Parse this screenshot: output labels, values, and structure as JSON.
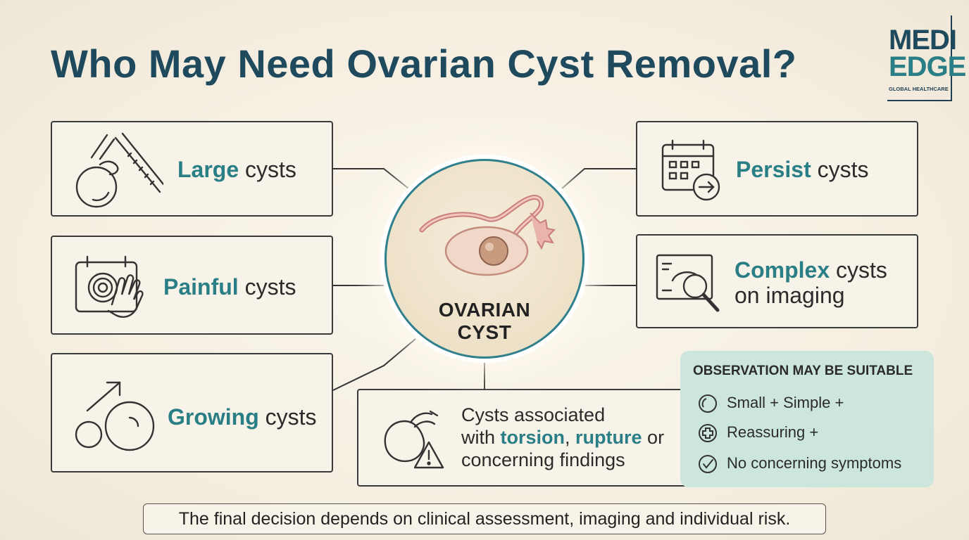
{
  "title": "Who May Need Ovarian Cyst Removal?",
  "logo": {
    "line1": "MEDI",
    "line2": "EDGE",
    "line3": "GLOBAL HEALTHCARE"
  },
  "center": {
    "line1": "OVARIAN",
    "line2": "CYST"
  },
  "cards": {
    "large": {
      "highlight": "Large",
      "rest": " cysts",
      "icon": "caliper-icon"
    },
    "painful": {
      "highlight": "Painful",
      "rest": " cysts",
      "icon": "pain-calendar-icon"
    },
    "growing": {
      "highlight": "Growing",
      "rest": " cysts",
      "icon": "growth-circles-icon"
    },
    "persist": {
      "highlight": "Persist",
      "rest": "  cysts",
      "icon": "calendar-arrow-icon"
    },
    "complex": {
      "highlight": "Complex",
      "rest": " cysts",
      "line2": "on imaging",
      "icon": "magnifier-scan-icon"
    },
    "torsion": {
      "line1": "Cysts associated",
      "line2_pre": "with ",
      "line2_hl1": "torsion",
      "line2_mid": ", ",
      "line2_hl2": "rupture",
      "line2_post": " or",
      "line3": "concerning findings",
      "icon": "warning-cyst-icon"
    }
  },
  "observation": {
    "heading": "OBSERVATION MAY BE SUITABLE",
    "items": [
      {
        "text": "Small + Simple +",
        "icon": "circle-icon"
      },
      {
        "text": "Reassuring +",
        "icon": "plus-circle-icon"
      },
      {
        "text": "No concerning symptoms",
        "icon": "check-circle-icon"
      }
    ]
  },
  "footer": "The final decision depends on clinical assessment, imaging and individual risk.",
  "colors": {
    "title": "#1f4a5e",
    "accent": "#2a7f86",
    "observation_bg": "#cde6dd",
    "ring": "#2f7f8c"
  }
}
